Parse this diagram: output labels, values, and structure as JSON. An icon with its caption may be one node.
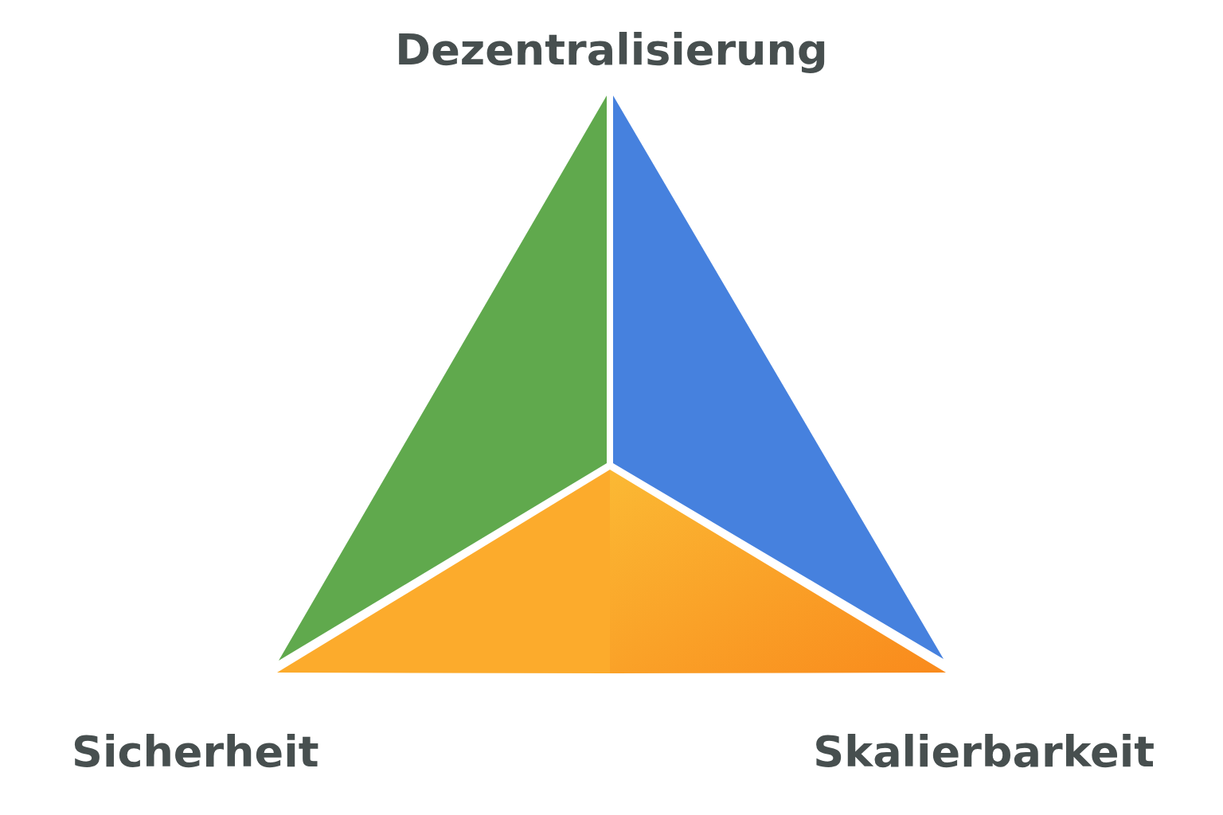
{
  "diagram": {
    "labels": [
      "Dezentralisierung",
      "Sicherheit",
      "Skalierbarkeit"
    ]
  }
}
